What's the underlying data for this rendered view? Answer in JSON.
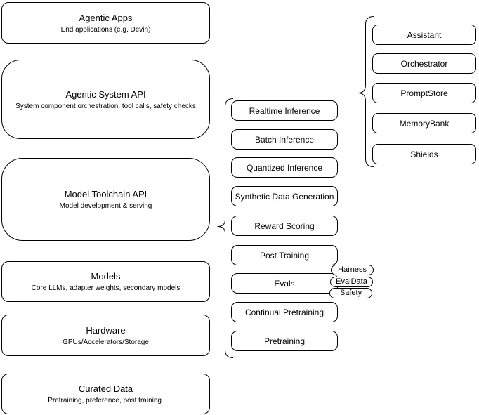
{
  "left_stack": [
    {
      "title": "Agentic Apps",
      "subtitle": "End applications (e.g. Devin)"
    },
    {
      "title": "Agentic System API",
      "subtitle": "System component orchestration, tool calls, safety checks"
    },
    {
      "title": "Model Toolchain API",
      "subtitle": "Model development & serving"
    },
    {
      "title": "Models",
      "subtitle": "Core LLMs, adapter weights, secondary models"
    },
    {
      "title": "Hardware",
      "subtitle": "GPUs/Accelerators/Storage"
    },
    {
      "title": "Curated Data",
      "subtitle": "Pretraining, preference, post training."
    }
  ],
  "toolchain": {
    "items": [
      "Realtime Inference",
      "Batch Inference",
      "Quantized Inference",
      "Synthetic Data Generation",
      "Reward Scoring",
      "Post Training",
      "Evals",
      "Continual Pretraining",
      "Pretraining"
    ],
    "eval_tags": [
      "Harness",
      "EvalData",
      "Safety"
    ]
  },
  "system_components": [
    "Assistant",
    "Orchestrator",
    "PromptStore",
    "MemoryBank",
    "Shields"
  ],
  "colors": {
    "stroke": "#000000",
    "background": "#ffffff",
    "text": "#000000"
  }
}
